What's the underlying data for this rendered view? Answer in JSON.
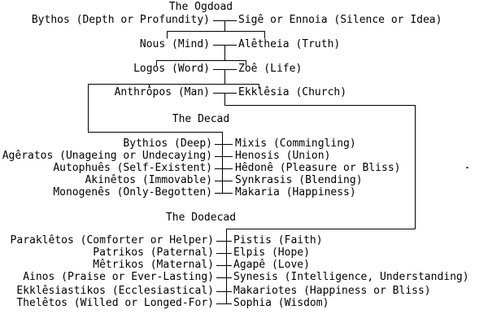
{
  "colors": {
    "background": "#ffffff",
    "text": "#000000",
    "line": "#000000"
  },
  "sections": [
    {
      "heading": "The Ogdoad",
      "couples": [
        {
          "left": "Bythos (Depth or Profundity)",
          "right": "Sigê or Ennoia (Silence or Idea)"
        },
        {
          "left": "Nous (Mind)",
          "right": "Alêtheia (Truth)"
        },
        {
          "left": "Logos (Word)",
          "right": "Zoê (Life)"
        },
        {
          "left": "Anthrôpos (Man)",
          "right": "Ekklêsia (Church)"
        }
      ]
    },
    {
      "heading": "The Decad",
      "couples": [
        {
          "left": "Bythios (Deep)",
          "right": "Mixis (Commingling)"
        },
        {
          "left": "Agêratos (Unageing or Undecaying)",
          "right": "Henosis (Union)"
        },
        {
          "left": "Autophuês (Self-Existent)",
          "right": "Hêdonê (Pleasure or Bliss)"
        },
        {
          "left": "Akinêtos (Immovable)",
          "right": "Synkrasis (Blending)"
        },
        {
          "left": "Monogenês (Only-Begotten)",
          "right": "Makaria (Happiness)"
        }
      ]
    },
    {
      "heading": "The Dodecad",
      "couples": [
        {
          "left": "Paraklêtos (Comforter or Helper)",
          "right": "Pistis (Faith)"
        },
        {
          "left": "Patrikos (Paternal)",
          "right": "Elpis (Hope)"
        },
        {
          "left": "Mêtrikos (Maternal)",
          "right": "Agapê (Love)"
        },
        {
          "left": "Ainos (Praise or Ever-Lasting)",
          "right": "Synesis (Intelligence, Understanding)"
        },
        {
          "left": "Ekklêsiastikos (Ecclesiastical)",
          "right": "Makariotes (Happiness or Bliss)"
        },
        {
          "left": "Thelêtos (Willed or Longed-For)",
          "right": "Sophia (Wisdom)"
        }
      ]
    }
  ]
}
